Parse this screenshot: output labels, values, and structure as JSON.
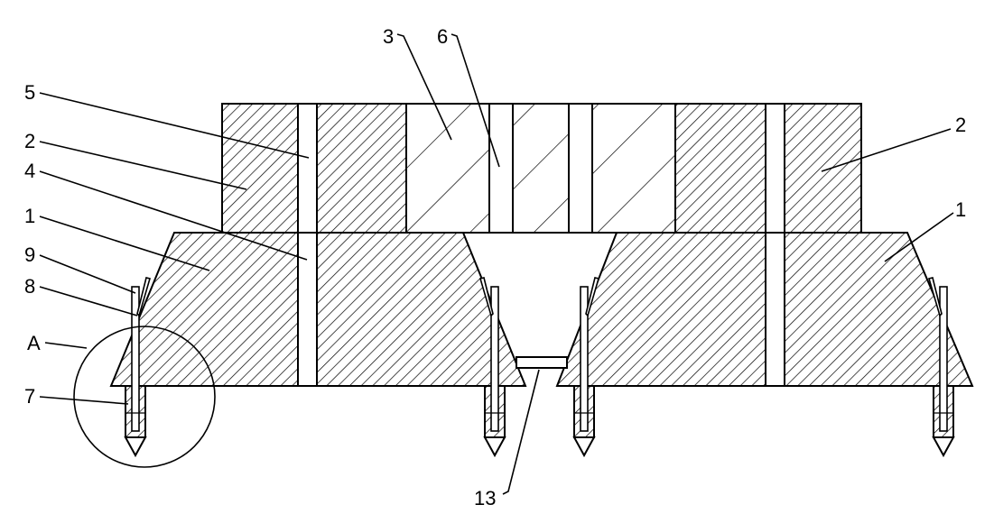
{
  "labels": {
    "l3": "3",
    "l6": "6",
    "l5": "5",
    "l2a": "2",
    "l2b": "2",
    "l4": "4",
    "l1a": "1",
    "l1b": "1",
    "l9": "9",
    "l8": "8",
    "lA": "A",
    "l7": "7",
    "l13": "13"
  },
  "colors": {
    "line": "#000000",
    "background": "#ffffff"
  }
}
